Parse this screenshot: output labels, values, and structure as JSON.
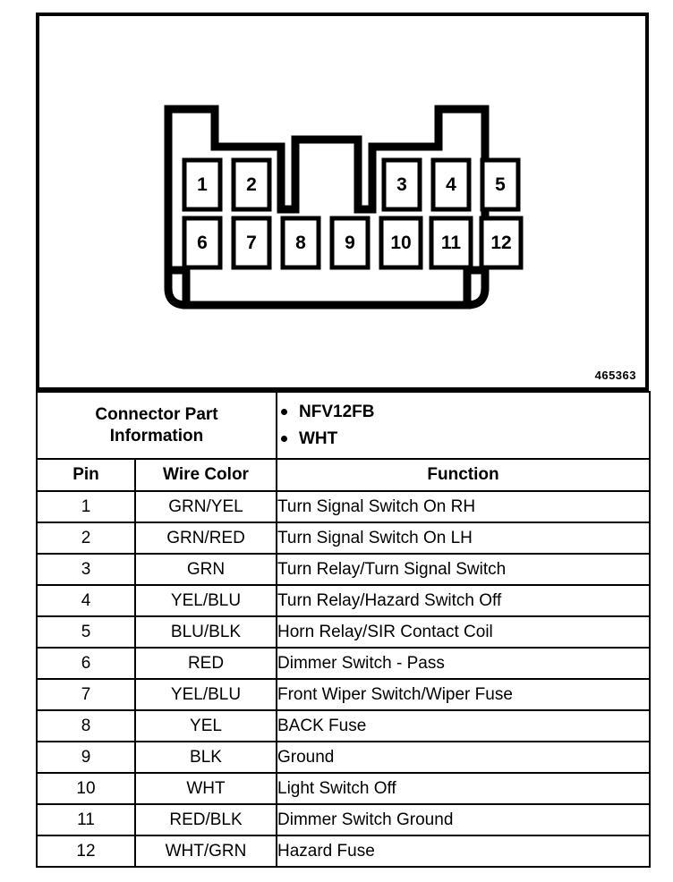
{
  "diagram": {
    "reference_number": "465363",
    "connector_type": "12-way rectangular connector face view",
    "pin_rows": [
      {
        "row": "top",
        "pins": [
          "1",
          "2",
          "3",
          "4",
          "5"
        ]
      },
      {
        "row": "bottom",
        "pins": [
          "6",
          "7",
          "8",
          "9",
          "10",
          "11",
          "12"
        ]
      }
    ]
  },
  "table": {
    "connector_part_information": {
      "label": "Connector Part\nInformation",
      "label_line1": "Connector Part",
      "label_line2": "Information",
      "values": [
        "NFV12FB",
        "WHT"
      ]
    },
    "headers": {
      "pin": "Pin",
      "wire_color": "Wire Color",
      "function": "Function"
    },
    "rows": [
      {
        "pin": "1",
        "wire_color": "GRN/YEL",
        "function": "Turn Signal Switch On RH"
      },
      {
        "pin": "2",
        "wire_color": "GRN/RED",
        "function": "Turn Signal Switch On LH"
      },
      {
        "pin": "3",
        "wire_color": "GRN",
        "function": "Turn Relay/Turn Signal Switch"
      },
      {
        "pin": "4",
        "wire_color": "YEL/BLU",
        "function": "Turn Relay/Hazard Switch Off"
      },
      {
        "pin": "5",
        "wire_color": "BLU/BLK",
        "function": "Horn Relay/SIR Contact Coil"
      },
      {
        "pin": "6",
        "wire_color": "RED",
        "function": "Dimmer Switch - Pass"
      },
      {
        "pin": "7",
        "wire_color": "YEL/BLU",
        "function": "Front Wiper Switch/Wiper Fuse"
      },
      {
        "pin": "8",
        "wire_color": "YEL",
        "function": "BACK Fuse"
      },
      {
        "pin": "9",
        "wire_color": "BLK",
        "function": "Ground"
      },
      {
        "pin": "10",
        "wire_color": "WHT",
        "function": "Light Switch Off"
      },
      {
        "pin": "11",
        "wire_color": "RED/BLK",
        "function": "Dimmer Switch Ground"
      },
      {
        "pin": "12",
        "wire_color": "WHT/GRN",
        "function": "Hazard Fuse"
      }
    ]
  },
  "colors": {
    "ink": "#000000",
    "paper": "#ffffff"
  }
}
